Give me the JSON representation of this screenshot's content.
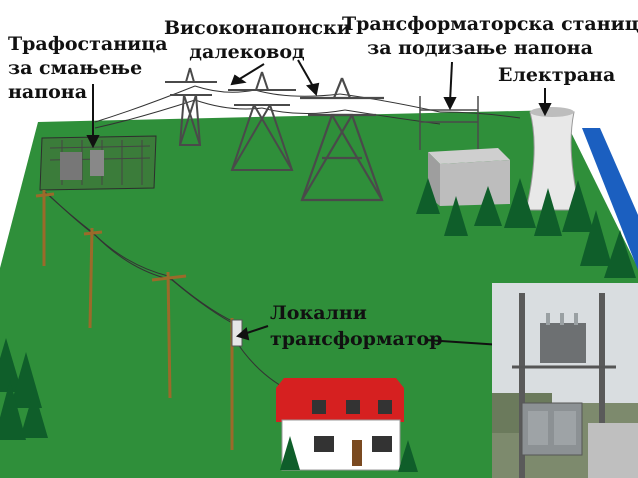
{
  "labels": {
    "substation_reduce": [
      "Трафостаница",
      "за смањење",
      "напона"
    ],
    "hv_line": [
      "Високонапонски",
      "далековод"
    ],
    "step_up_station": [
      "Трансформаторска станица",
      "за подизање напона"
    ],
    "power_plant": "Електрана",
    "local_transformer": [
      "Локални",
      "трансформатор"
    ]
  },
  "colors": {
    "ground": "#2f8f3a",
    "ground_edge": "#267a2f",
    "river": "#1b5fc0",
    "tower": "#4a4a4a",
    "pole": "#9b6a2a",
    "roof": "#d62020",
    "house_wall": "#ffffff",
    "tree": "#0f5e2a",
    "cooling_tower": "#e8e8e8"
  },
  "icons": {
    "towers": "lattice-pylon",
    "trees": "pine-tree",
    "plant": "cooling-tower",
    "house": "house",
    "photo": "pole-mounted-transformer-photo"
  }
}
